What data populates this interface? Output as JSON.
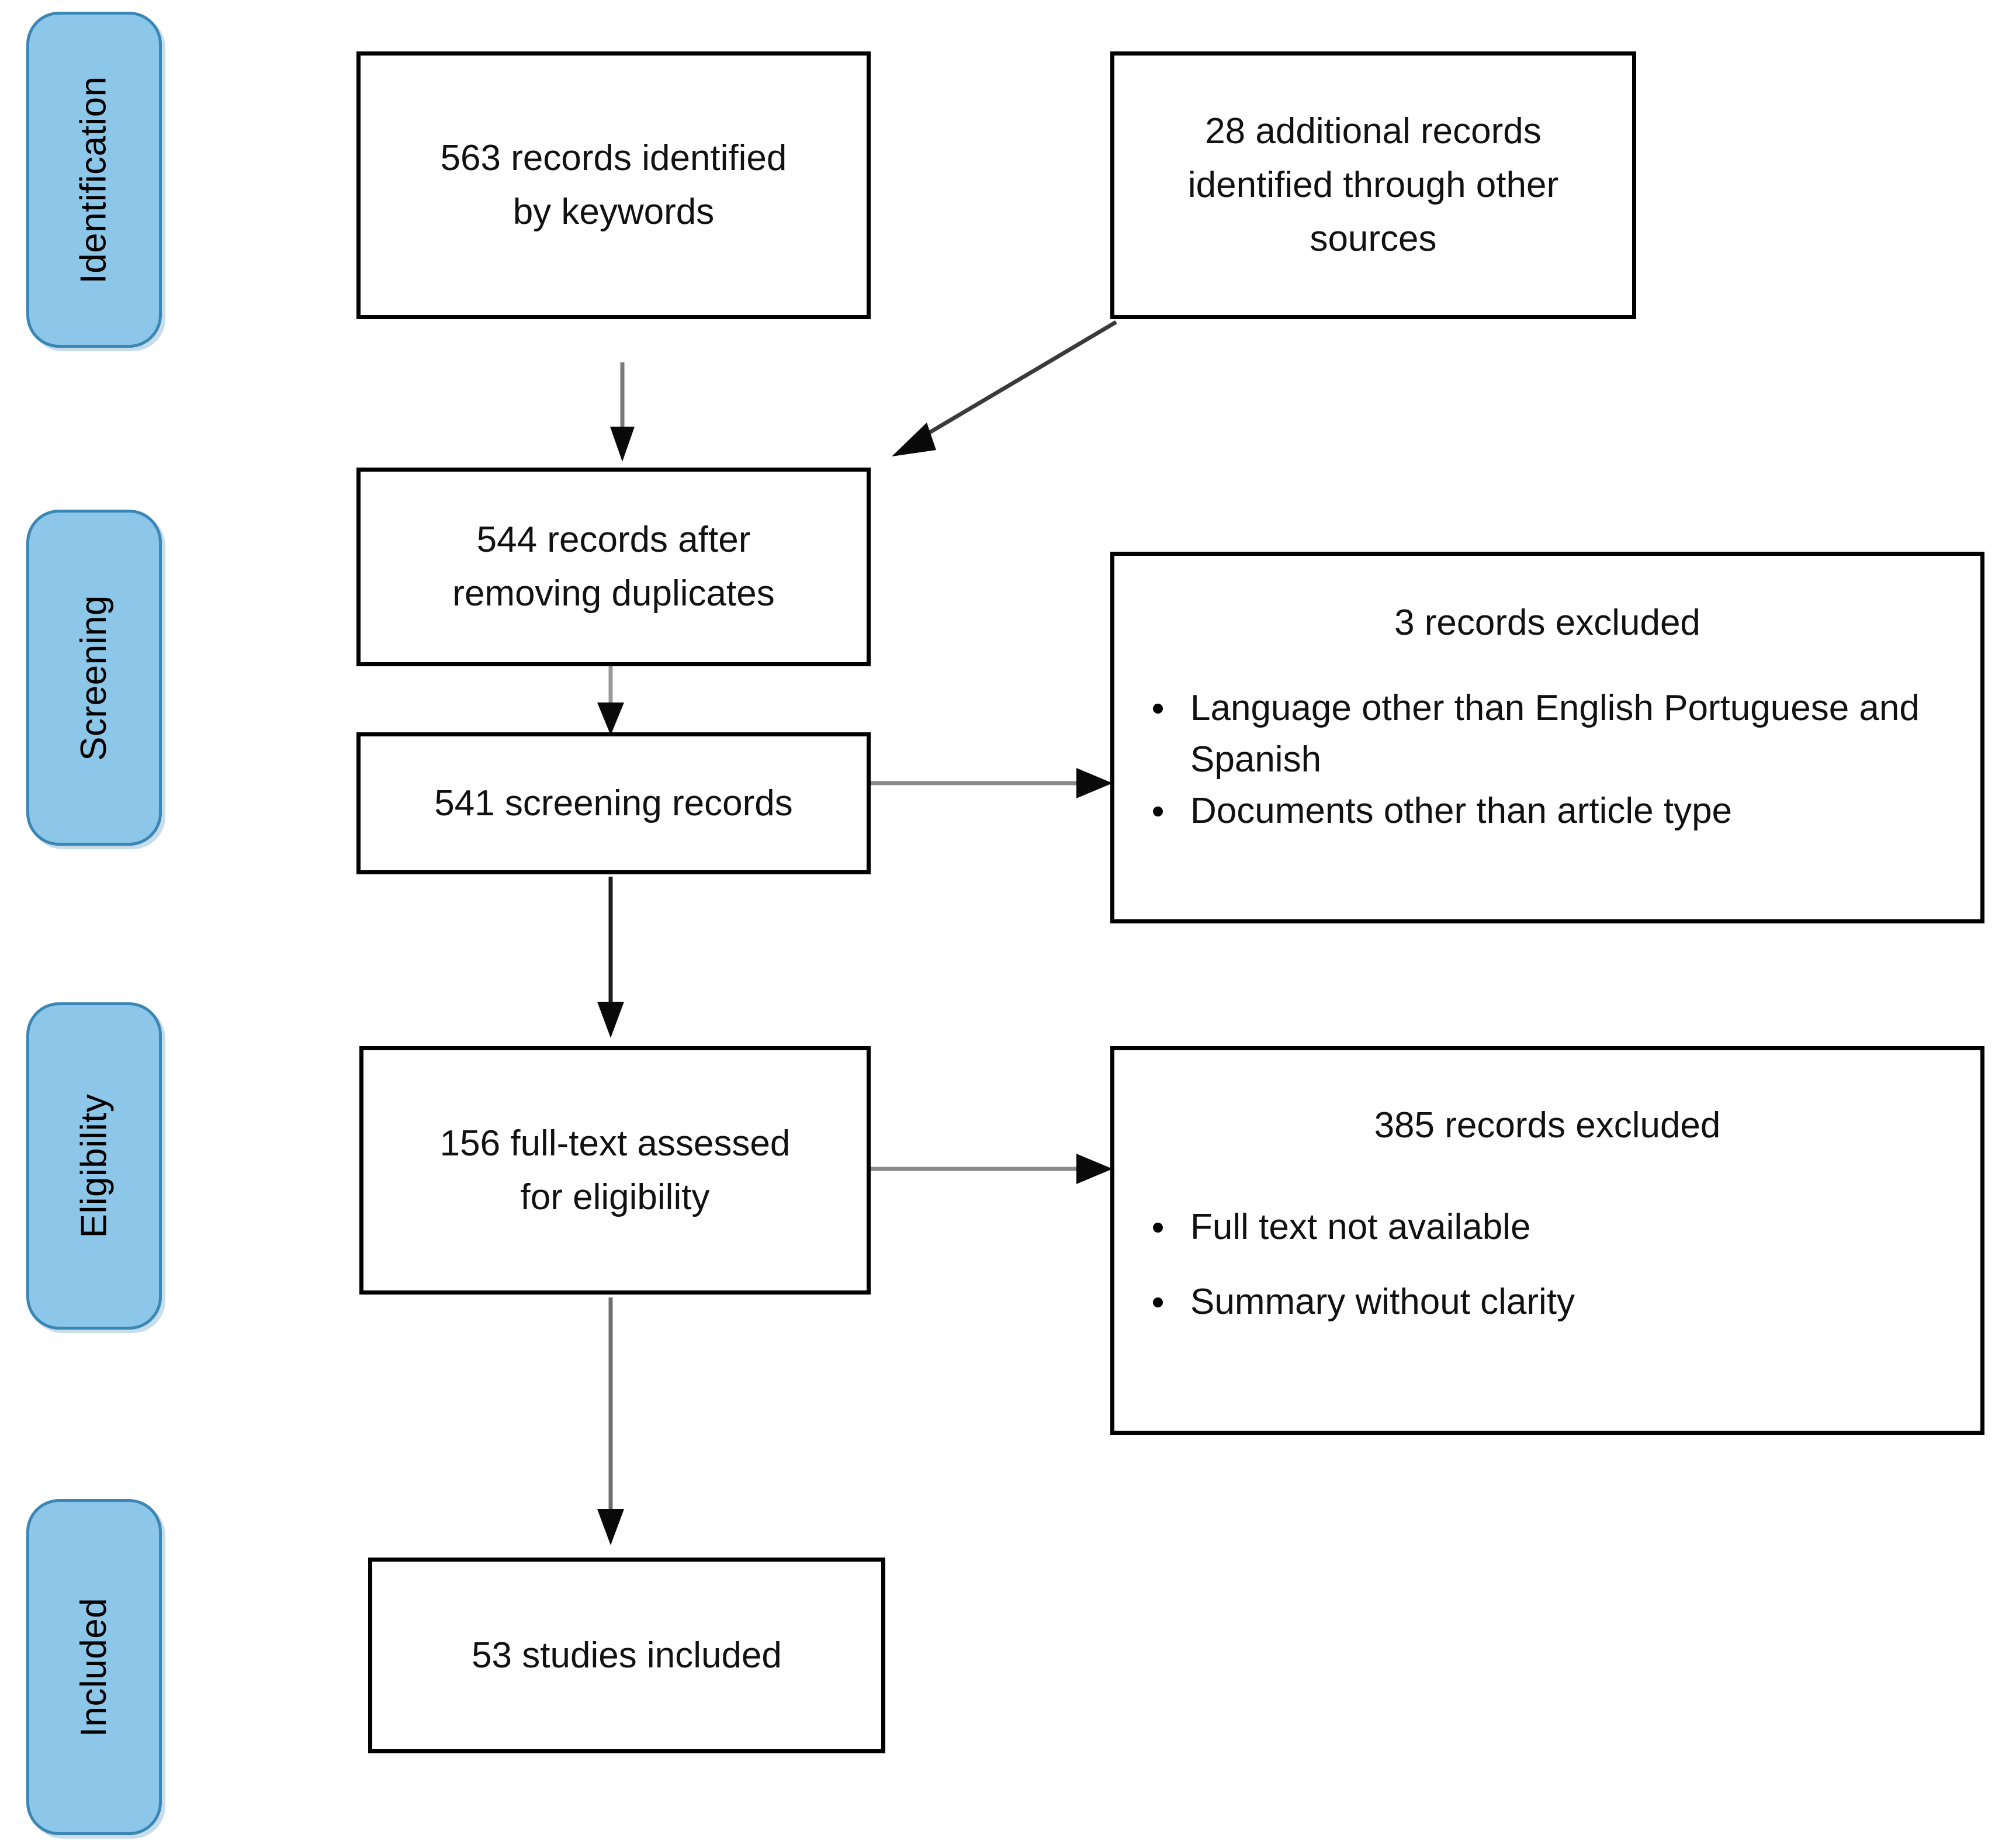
{
  "diagram": {
    "type": "PRISMA flow diagram",
    "stages": [
      {
        "id": "identification",
        "label": "Identification"
      },
      {
        "id": "screening",
        "label": "Screening"
      },
      {
        "id": "eligibility",
        "label": "Eligibility"
      },
      {
        "id": "included",
        "label": "Included"
      }
    ],
    "boxes": {
      "records_identified": {
        "text": "563 records identified\nby keywords"
      },
      "additional_records": {
        "text": "28 additional records\nidentified through other\nsources"
      },
      "after_duplicates": {
        "text": "544 records after\nremoving duplicates"
      },
      "screening_records": {
        "text": "541 screening records"
      },
      "fulltext_assessed": {
        "text": "156 full-text assessed\nfor eligibility"
      },
      "studies_included": {
        "text": "53 studies included"
      },
      "excluded_screening": {
        "title": "3 records excluded",
        "items": [
          "Language other than English Portuguese and Spanish",
          "Documents other than article type"
        ]
      },
      "excluded_eligibility": {
        "title": "385 records excluded",
        "items": [
          "Full text not available",
          "Summary without clarity"
        ]
      }
    },
    "colors": {
      "pill_fill": "#8CC6E8",
      "pill_border": "#3A86B5",
      "box_border": "#000000",
      "text": "#111111",
      "arrow": "#6E6E6E",
      "arrow_head": "#000000",
      "background": "#FFFFFF"
    }
  }
}
